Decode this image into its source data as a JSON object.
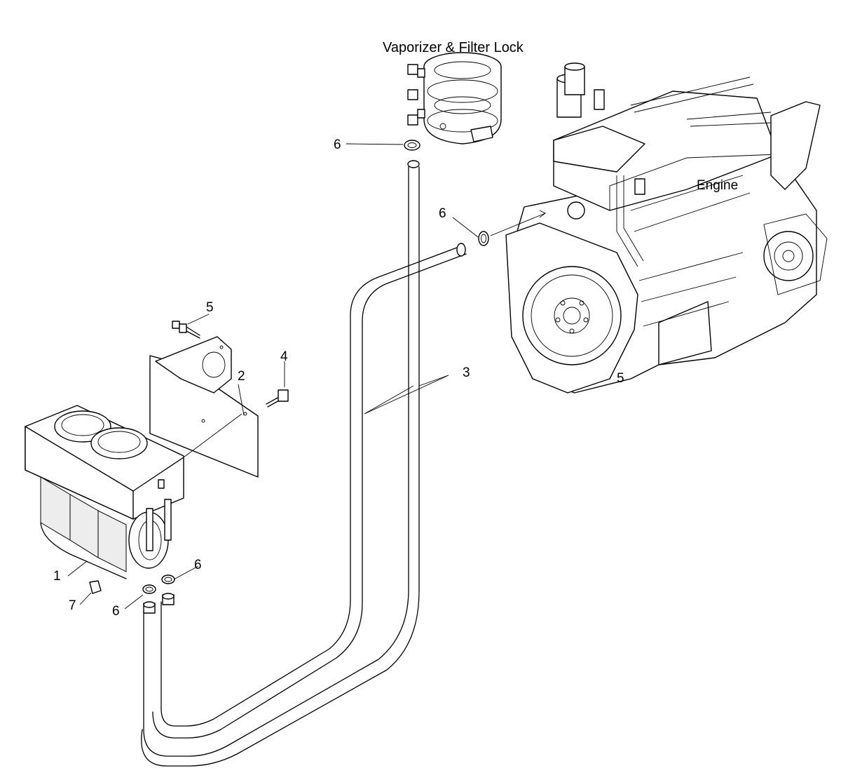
{
  "labels": {
    "vaporizer": "Vaporizer & Filter Lock",
    "engine": "Engine",
    "callout_1": "1",
    "callout_2": "2",
    "callout_3": "3",
    "callout_4": "4",
    "callout_5a": "5",
    "callout_5b": "5",
    "callout_6a": "6",
    "callout_6b": "6",
    "callout_6c": "6",
    "callout_6d": "6",
    "callout_7": "7"
  }
}
